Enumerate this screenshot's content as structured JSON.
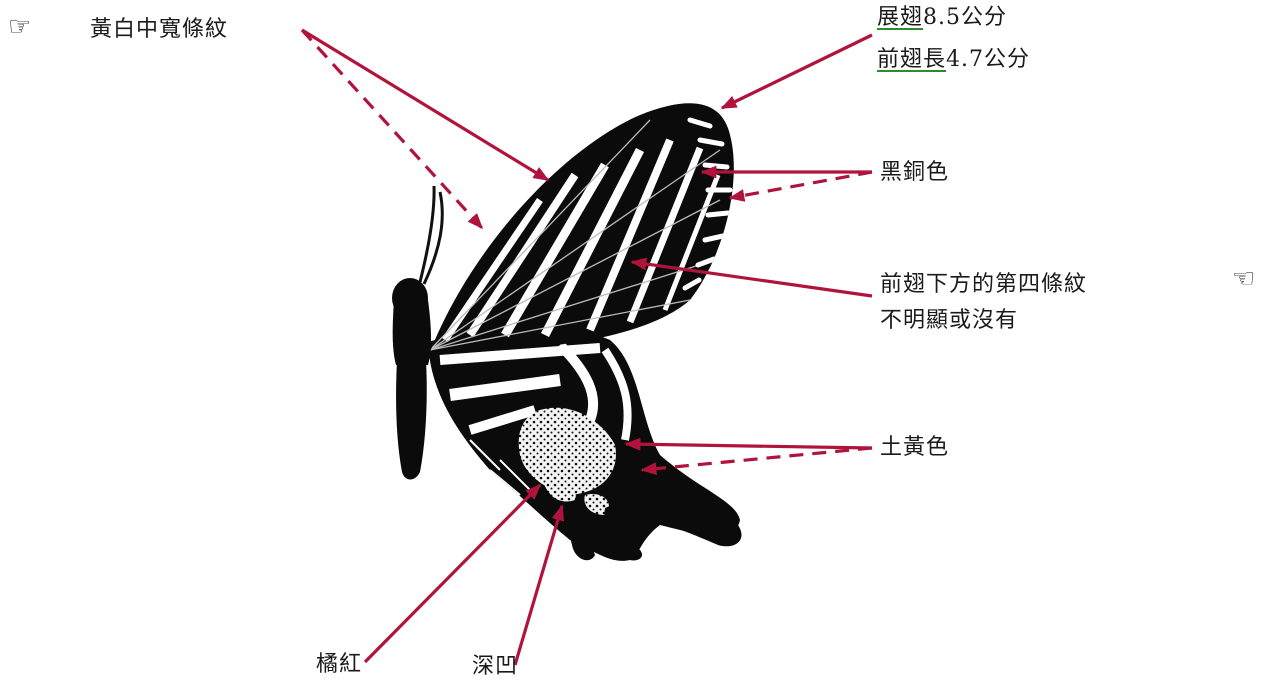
{
  "colors": {
    "arrow": "#b0143c",
    "wing": "#0b0b0b",
    "stripe": "#ffffff",
    "underline": "#2e8b2e"
  },
  "labels": {
    "stripe_note": "黃白中寬條紋",
    "wingspan_term": "展翅",
    "wingspan_value": "8.5公分",
    "forewing_term": "前翅長",
    "forewing_value": "4.7公分",
    "color_black": "黑銅色",
    "fourth_stripe_line1": "前翅下方的第四條紋",
    "fourth_stripe_line2": "不明顯或沒有",
    "color_ochre": "土黃色",
    "orange_red": "橘紅",
    "deep_notch": "深凹"
  },
  "icons": {
    "left_pointer": "hand-pointing-right-icon",
    "right_pointer": "hand-pointing-left-icon"
  }
}
